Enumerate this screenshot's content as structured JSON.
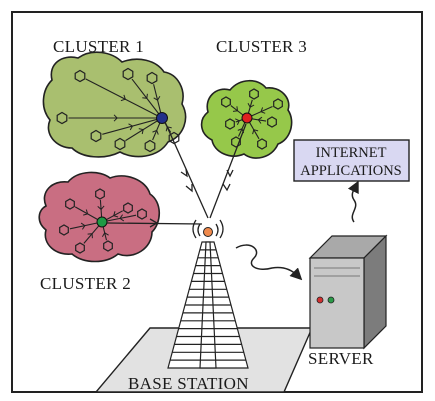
{
  "clusters": [
    {
      "label": "CLUSTER 1",
      "head_color": "#22308a",
      "area_color": "#a9bf6f"
    },
    {
      "label": "CLUSTER 3",
      "head_color": "#e02020",
      "area_color": "#96c84a"
    },
    {
      "label": "CLUSTER 2",
      "head_color": "#1f9a45",
      "area_color": "#c96e82"
    }
  ],
  "internet_box": {
    "line1": "INTERNET",
    "line2": "APPLICATIONS",
    "fill": "#d9d8f2"
  },
  "server": {
    "label": "SERVER"
  },
  "base_station": {
    "label": "BASE STATION"
  },
  "icons": [
    "antenna-icon",
    "lightning-link-icon",
    "server-tower-icon",
    "sensor-node-icon"
  ]
}
